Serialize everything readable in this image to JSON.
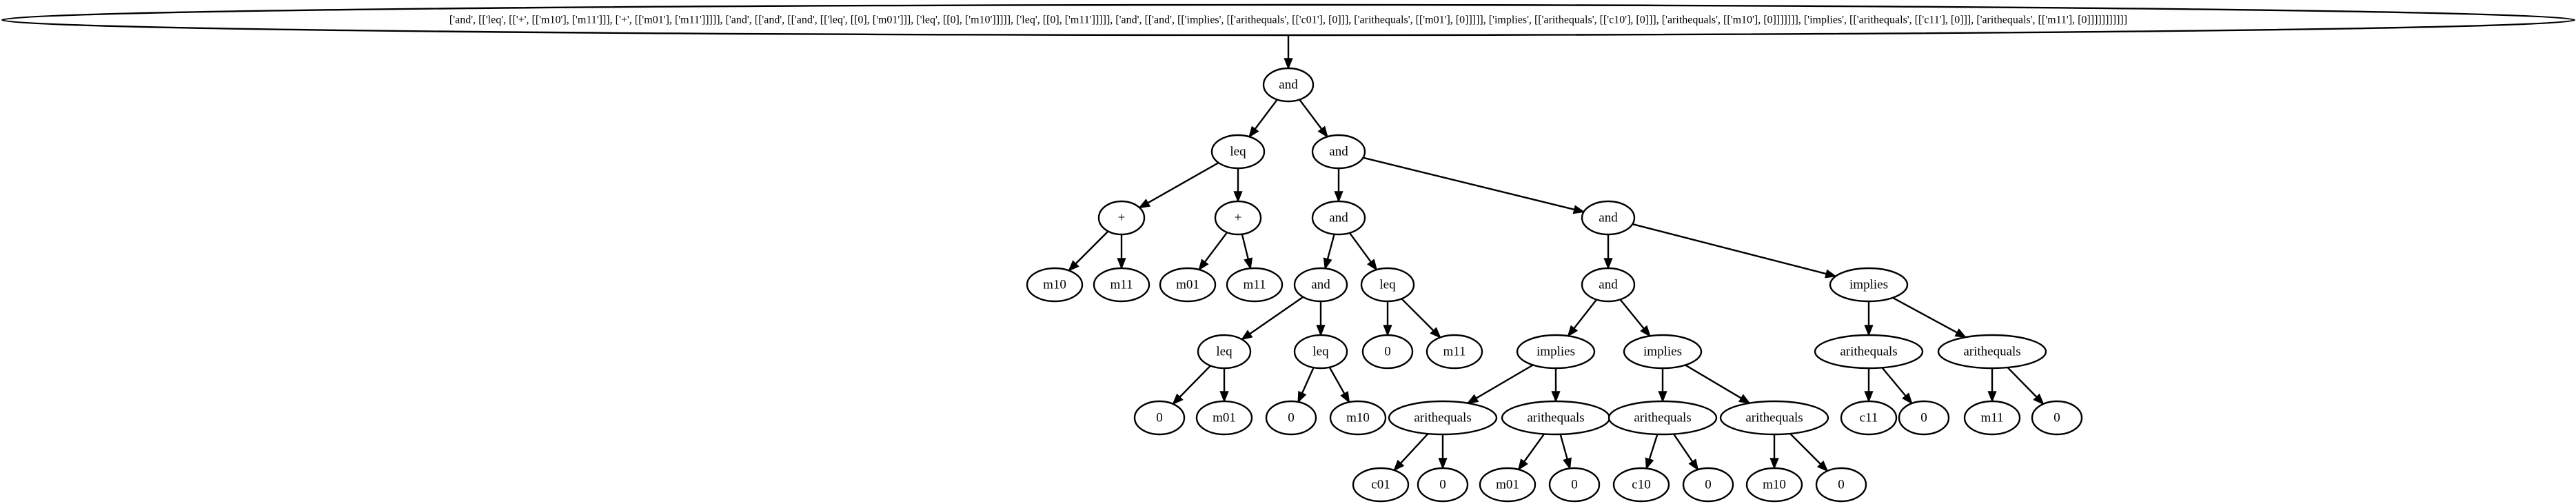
{
  "diagram": {
    "nodes": [
      {
        "id": "n0",
        "label": "['and', [['leq', [['+', [['m10'], ['m11']]], ['+', [['m01'], ['m11']]]]], ['and', [['and', [['and', [['leq', [[0], ['m01']]], ['leq', [[0], ['m10']]]]], ['leq', [[0], ['m11']]]]], ['and', [['and', [['implies', [['arithequals', [['c01'], [0]]], ['arithequals', [['m01'], [0]]]]], ['implies', [['arithequals', [['c10'], [0]]], ['arithequals', [['m10'], [0]]]]]]], ['implies', [['arithequals', [['c11'], [0]]], ['arithequals', [['m11'], [0]]]]]]]]]]]"
      },
      {
        "id": "n1",
        "label": "and"
      },
      {
        "id": "n2",
        "label": "leq"
      },
      {
        "id": "n3",
        "label": "and"
      },
      {
        "id": "n4",
        "label": "+"
      },
      {
        "id": "n5",
        "label": "+"
      },
      {
        "id": "n6",
        "label": "m10"
      },
      {
        "id": "n7",
        "label": "m11"
      },
      {
        "id": "n8",
        "label": "m01"
      },
      {
        "id": "n9",
        "label": "m11"
      },
      {
        "id": "n10",
        "label": "and"
      },
      {
        "id": "n11",
        "label": "and"
      },
      {
        "id": "n12",
        "label": "and"
      },
      {
        "id": "n13",
        "label": "leq"
      },
      {
        "id": "n14",
        "label": "leq"
      },
      {
        "id": "n15",
        "label": "leq"
      },
      {
        "id": "n16",
        "label": "0"
      },
      {
        "id": "n17",
        "label": "m01"
      },
      {
        "id": "n18",
        "label": "0"
      },
      {
        "id": "n19",
        "label": "m10"
      },
      {
        "id": "n20",
        "label": "0"
      },
      {
        "id": "n21",
        "label": "m11"
      },
      {
        "id": "n22",
        "label": "and"
      },
      {
        "id": "n23",
        "label": "implies"
      },
      {
        "id": "n24",
        "label": "implies"
      },
      {
        "id": "n25",
        "label": "implies"
      },
      {
        "id": "n26",
        "label": "arithequals"
      },
      {
        "id": "n27",
        "label": "arithequals"
      },
      {
        "id": "n28",
        "label": "arithequals"
      },
      {
        "id": "n29",
        "label": "arithequals"
      },
      {
        "id": "n30",
        "label": "arithequals"
      },
      {
        "id": "n31",
        "label": "arithequals"
      },
      {
        "id": "n32",
        "label": "c01"
      },
      {
        "id": "n33",
        "label": "0"
      },
      {
        "id": "n34",
        "label": "m01"
      },
      {
        "id": "n35",
        "label": "0"
      },
      {
        "id": "n36",
        "label": "c10"
      },
      {
        "id": "n37",
        "label": "0"
      },
      {
        "id": "n38",
        "label": "m10"
      },
      {
        "id": "n39",
        "label": "0"
      },
      {
        "id": "n40",
        "label": "c11"
      },
      {
        "id": "n41",
        "label": "0"
      },
      {
        "id": "n42",
        "label": "m11"
      },
      {
        "id": "n43",
        "label": "0"
      }
    ],
    "edges": [
      [
        "n0",
        "n1"
      ],
      [
        "n1",
        "n2"
      ],
      [
        "n1",
        "n3"
      ],
      [
        "n2",
        "n4"
      ],
      [
        "n2",
        "n5"
      ],
      [
        "n4",
        "n6"
      ],
      [
        "n4",
        "n7"
      ],
      [
        "n5",
        "n8"
      ],
      [
        "n5",
        "n9"
      ],
      [
        "n3",
        "n10"
      ],
      [
        "n3",
        "n11"
      ],
      [
        "n10",
        "n12"
      ],
      [
        "n10",
        "n15"
      ],
      [
        "n12",
        "n13"
      ],
      [
        "n12",
        "n14"
      ],
      [
        "n13",
        "n16"
      ],
      [
        "n13",
        "n17"
      ],
      [
        "n14",
        "n18"
      ],
      [
        "n14",
        "n19"
      ],
      [
        "n15",
        "n20"
      ],
      [
        "n15",
        "n21"
      ],
      [
        "n11",
        "n22"
      ],
      [
        "n11",
        "n25"
      ],
      [
        "n22",
        "n23"
      ],
      [
        "n22",
        "n24"
      ],
      [
        "n23",
        "n26"
      ],
      [
        "n23",
        "n27"
      ],
      [
        "n26",
        "n32"
      ],
      [
        "n26",
        "n33"
      ],
      [
        "n27",
        "n34"
      ],
      [
        "n27",
        "n35"
      ],
      [
        "n24",
        "n28"
      ],
      [
        "n24",
        "n29"
      ],
      [
        "n28",
        "n36"
      ],
      [
        "n28",
        "n37"
      ],
      [
        "n29",
        "n38"
      ],
      [
        "n29",
        "n39"
      ],
      [
        "n25",
        "n30"
      ],
      [
        "n25",
        "n31"
      ],
      [
        "n30",
        "n40"
      ],
      [
        "n30",
        "n41"
      ],
      [
        "n31",
        "n42"
      ],
      [
        "n31",
        "n43"
      ]
    ]
  }
}
